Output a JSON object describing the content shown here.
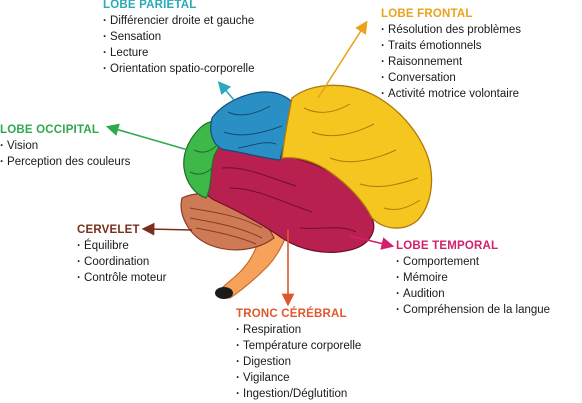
{
  "lobes": {
    "parietal": {
      "title": "LOBE PARIÉTAL",
      "color": "#2aa9bb",
      "items": [
        "Différencier droite et gauche",
        "Sensation",
        "Lecture",
        "Orientation spatio-corporelle"
      ]
    },
    "frontal": {
      "title": "LOBE FRONTAL",
      "color": "#e8a31b",
      "items": [
        "Résolution des problèmes",
        "Traits émotionnels",
        "Raisonnement",
        "Conversation",
        "Activité motrice volontaire"
      ]
    },
    "occipital": {
      "title": "LOBE OCCIPITAL",
      "color": "#2fa84f",
      "items": [
        "Vision",
        "Perception des couleurs"
      ]
    },
    "cervelet": {
      "title": "CERVELET",
      "color": "#7a2f1c",
      "items": [
        "Équilibre",
        "Coordination",
        "Contrôle moteur"
      ]
    },
    "temporal": {
      "title": "LOBE TEMPORAL",
      "color": "#d21f6e",
      "items": [
        "Comportement",
        "Mémoire",
        "Audition",
        "Compréhension de la langue"
      ]
    },
    "tronc": {
      "title": "TRONC CÉRÉBRAL",
      "color": "#e1572c",
      "items": [
        "Respiration",
        "Température corporelle",
        "Digestion",
        "Vigilance",
        "Ingestion/Déglutition"
      ]
    }
  }
}
